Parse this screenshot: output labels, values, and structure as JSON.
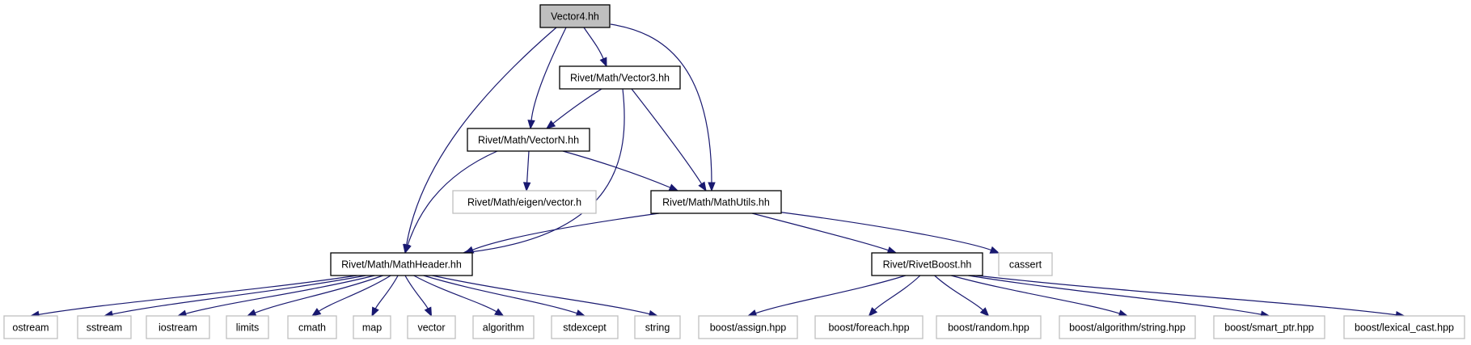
{
  "colors": {
    "edge": "#191970",
    "root_fill": "#bfbfbf",
    "node_border": "#000000",
    "external_border": "#bfbfbf",
    "node_fill": "#ffffff"
  },
  "nodes": {
    "vector4": {
      "label": "Vector4.hh",
      "kind": "root"
    },
    "vector3": {
      "label": "Rivet/Math/Vector3.hh",
      "kind": "documented"
    },
    "vectorn": {
      "label": "Rivet/Math/VectorN.hh",
      "kind": "documented"
    },
    "eigenvector": {
      "label": "Rivet/Math/eigen/vector.h",
      "kind": "external"
    },
    "mathutils": {
      "label": "Rivet/Math/MathUtils.hh",
      "kind": "documented"
    },
    "mathheader": {
      "label": "Rivet/Math/MathHeader.hh",
      "kind": "documented"
    },
    "rivetboost": {
      "label": "Rivet/RivetBoost.hh",
      "kind": "documented"
    },
    "cassert": {
      "label": "cassert",
      "kind": "external"
    },
    "ostream": {
      "label": "ostream",
      "kind": "external"
    },
    "sstream": {
      "label": "sstream",
      "kind": "external"
    },
    "iostream": {
      "label": "iostream",
      "kind": "external"
    },
    "limits": {
      "label": "limits",
      "kind": "external"
    },
    "cmath": {
      "label": "cmath",
      "kind": "external"
    },
    "map": {
      "label": "map",
      "kind": "external"
    },
    "vector": {
      "label": "vector",
      "kind": "external"
    },
    "algorithm": {
      "label": "algorithm",
      "kind": "external"
    },
    "stdexcept": {
      "label": "stdexcept",
      "kind": "external"
    },
    "string": {
      "label": "string",
      "kind": "external"
    },
    "boost_assign": {
      "label": "boost/assign.hpp",
      "kind": "external"
    },
    "boost_foreach": {
      "label": "boost/foreach.hpp",
      "kind": "external"
    },
    "boost_random": {
      "label": "boost/random.hpp",
      "kind": "external"
    },
    "boost_algstring": {
      "label": "boost/algorithm/string.hpp",
      "kind": "external"
    },
    "boost_smartptr": {
      "label": "boost/smart_ptr.hpp",
      "kind": "external"
    },
    "boost_lexcast": {
      "label": "boost/lexical_cast.hpp",
      "kind": "external"
    }
  },
  "edges": [
    [
      "vector4",
      "vector3"
    ],
    [
      "vector4",
      "vectorn"
    ],
    [
      "vector4",
      "mathutils"
    ],
    [
      "vector4",
      "mathheader"
    ],
    [
      "vector3",
      "vectorn"
    ],
    [
      "vector3",
      "mathutils"
    ],
    [
      "vector3",
      "mathheader"
    ],
    [
      "vectorn",
      "eigenvector"
    ],
    [
      "vectorn",
      "mathutils"
    ],
    [
      "vectorn",
      "mathheader"
    ],
    [
      "mathutils",
      "mathheader"
    ],
    [
      "mathutils",
      "rivetboost"
    ],
    [
      "mathutils",
      "cassert"
    ],
    [
      "mathheader",
      "ostream"
    ],
    [
      "mathheader",
      "sstream"
    ],
    [
      "mathheader",
      "iostream"
    ],
    [
      "mathheader",
      "limits"
    ],
    [
      "mathheader",
      "cmath"
    ],
    [
      "mathheader",
      "map"
    ],
    [
      "mathheader",
      "vector"
    ],
    [
      "mathheader",
      "algorithm"
    ],
    [
      "mathheader",
      "stdexcept"
    ],
    [
      "mathheader",
      "string"
    ],
    [
      "rivetboost",
      "boost_assign"
    ],
    [
      "rivetboost",
      "boost_foreach"
    ],
    [
      "rivetboost",
      "boost_random"
    ],
    [
      "rivetboost",
      "boost_algstring"
    ],
    [
      "rivetboost",
      "boost_smartptr"
    ],
    [
      "rivetboost",
      "boost_lexcast"
    ]
  ]
}
